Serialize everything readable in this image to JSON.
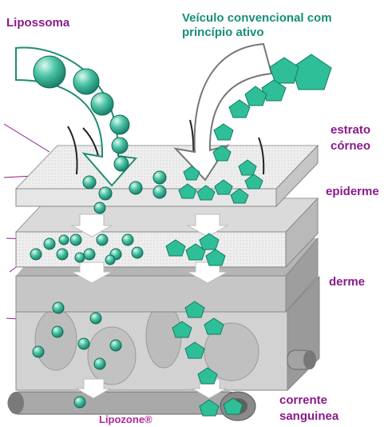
{
  "labels": {
    "liposome": "Lipossoma",
    "conventional_vehicle_line1": "Veículo convencional com",
    "conventional_vehicle_line2": "princípio ativo",
    "stratum_corneum_line1": "estrato",
    "stratum_corneum_line2": "córneo",
    "epidermis": "epiderme",
    "dermis": "derme",
    "bloodstream_line1": "corrente",
    "bloodstream_line2": "sanguinea",
    "brand": "Lipozone®"
  },
  "colors": {
    "liposome_teal": "#2fb597",
    "active_ingredient_green": "#2fbf98",
    "label_purple": "#8a1a8a",
    "label_teal": "#168f78",
    "skin_gray": "#c9c9c9"
  }
}
